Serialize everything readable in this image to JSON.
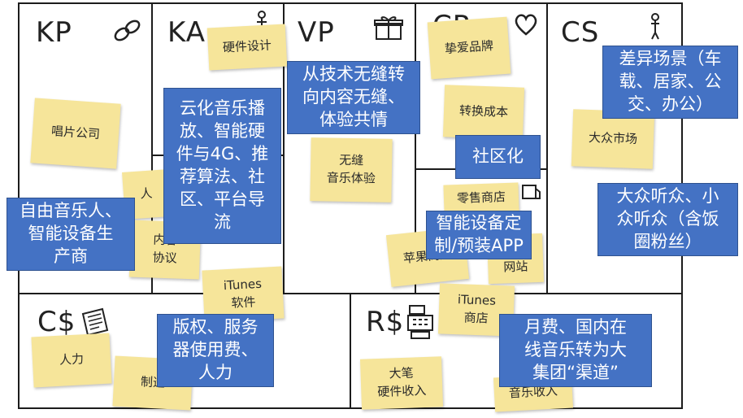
{
  "canvas": {
    "headers": {
      "kp": "KP",
      "ka": "KA",
      "vp": "VP",
      "cr": "CR",
      "cs": "CS",
      "cost": "C$",
      "rev": "R$"
    },
    "icons": {
      "kp": "chain-link-icon",
      "ka": "person-working-icon",
      "vp": "gift-box-icon",
      "cr": "heart-icon",
      "cs": "person-standing-icon",
      "ch": "delivery-truck-icon",
      "cost": "receipt-icon",
      "rev": "cash-register-icon"
    },
    "sticky_notes": {
      "record_company": "唱片公司",
      "hardware_design": "硬件设计",
      "people": "人",
      "content_agreement": "内容\n协议",
      "itunes_software": "iTunes\n软件",
      "seamless_music": "无缝\n音乐体验",
      "beloved_brand": "挚爱品牌",
      "switching_cost": "转换成本",
      "retail_store": "零售商店",
      "apple_store": "苹果商店",
      "website": "com\n网站",
      "itunes_store": "iTunes\n商店",
      "mass_market": "大众市场",
      "hr": "人力",
      "manufacturing": "制造",
      "large_hardware_revenue": "大笔\n硬件收入",
      "music_revenue": "音乐收入"
    },
    "overlays": {
      "kp_partners": "自由音乐人、\n智能设备生\n产商",
      "ka_activities": "云化音乐播\n放、智能硬\n件与4G、推\n荐算法、社\n区、平台导\n流",
      "vp_value": "从技术无缝转\n向内容无缝、\n体验共情",
      "cr_community": "社区化",
      "ch_channels": "智能设备定\n制/预装APP",
      "cs_scenes": "差异场景（车\n载、居家、公\n交、办公）",
      "cs_audience": "大众听众、小\n众听众（含饭\n圈粉丝）",
      "cost_items": "版权、服务\n器使用费、\n人力",
      "rev_streams": "月费、国内在\n线音乐转为大\n集团“渠道”"
    }
  },
  "colors": {
    "sticky": "#f6e59a",
    "overlay": "#4472c4",
    "line": "#1c1c1c"
  }
}
